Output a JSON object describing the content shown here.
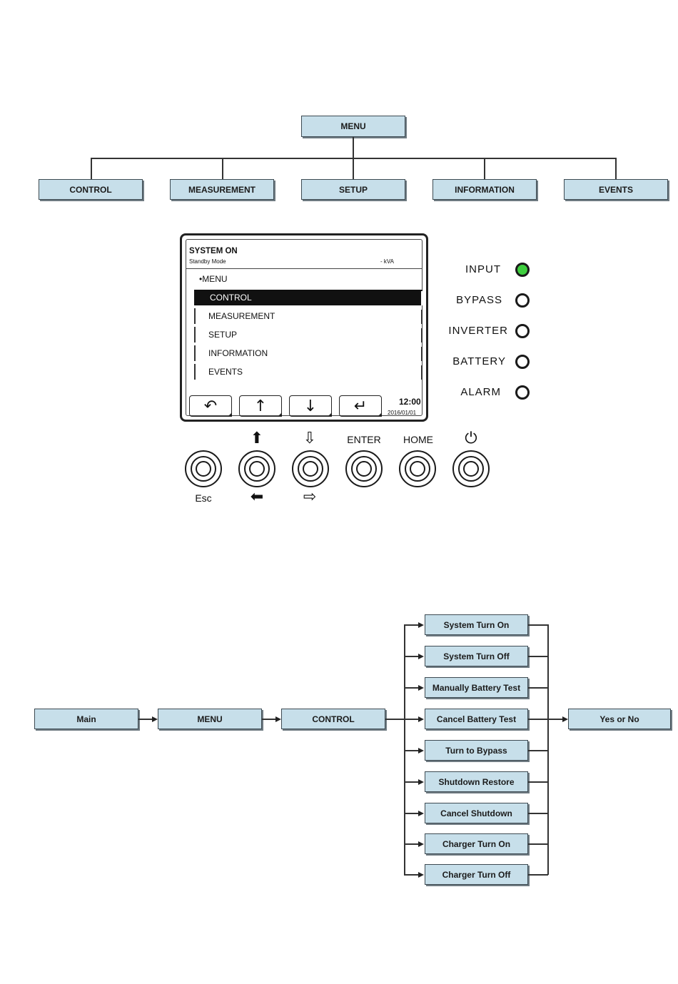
{
  "menu_tree": {
    "root": "MENU",
    "children": [
      "CONTROL",
      "MEASUREMENT",
      "SETUP",
      "INFORMATION",
      "EVENTS"
    ]
  },
  "lcd": {
    "status_title": "SYSTEM ON",
    "status_mode": "Standby Mode",
    "capacity": "- kVA",
    "menu_header": "MENU",
    "items": [
      "CONTROL",
      "MEASUREMENT",
      "SETUP",
      "INFORMATION",
      "EVENTS"
    ],
    "selected_index": 0,
    "time": "12:00",
    "date": "2016/01/01",
    "softkeys": [
      "back-arrow-icon",
      "up-arrow-icon",
      "down-arrow-icon",
      "enter-arrow-icon"
    ]
  },
  "leds": [
    {
      "label": "INPUT",
      "state": "on",
      "color": "#3fcf3f"
    },
    {
      "label": "BYPASS",
      "state": "off"
    },
    {
      "label": "INVERTER",
      "state": "off"
    },
    {
      "label": "BATTERY",
      "state": "off"
    },
    {
      "label": "ALARM",
      "state": "off"
    }
  ],
  "buttons": {
    "top_labels": [
      "ENTER",
      "HOME"
    ],
    "bottom_label_esc": "Esc",
    "icons": [
      "up-filled-arrow-icon",
      "down-outline-arrow-icon",
      "power-icon",
      "left-filled-arrow-icon",
      "right-outline-arrow-icon"
    ]
  },
  "control_flow": {
    "chain": [
      "Main",
      "MENU",
      "CONTROL"
    ],
    "options": [
      "System Turn On",
      "System Turn Off",
      "Manually Battery Test",
      "Cancel Battery Test",
      "Turn to Bypass",
      "Shutdown Restore",
      "Cancel Shutdown",
      "Charger Turn On",
      "Charger Turn Off"
    ],
    "result": "Yes or No"
  },
  "colors": {
    "box_fill": "#c7dfea",
    "led_on": "#3fcf3f"
  }
}
